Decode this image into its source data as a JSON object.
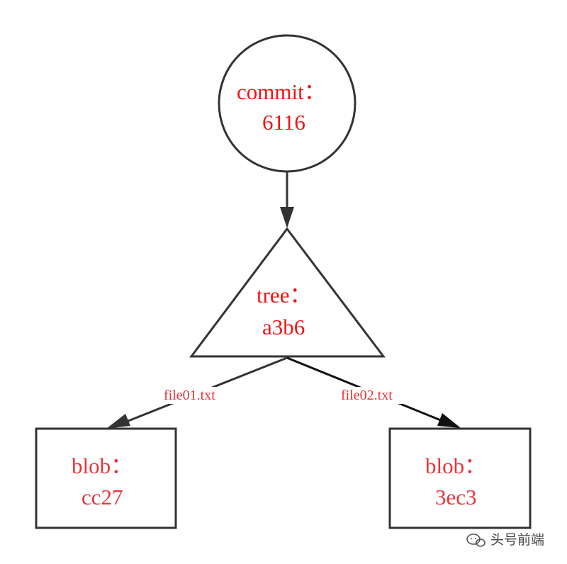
{
  "diagram": {
    "nodes": {
      "commit": {
        "line1": "commit：",
        "line2": "6116"
      },
      "tree": {
        "line1": "tree：",
        "line2": "a3b6"
      },
      "blob_left": {
        "line1": "blob：",
        "line2": "cc27"
      },
      "blob_right": {
        "line1": "blob：",
        "line2": "3ec3"
      }
    },
    "edges": {
      "to_blob_left": {
        "label": "file01.txt"
      },
      "to_blob_right": {
        "label": "file02.txt"
      }
    }
  },
  "watermark": {
    "text": "头号前端",
    "icon": "wechat-channel-icon"
  },
  "colors": {
    "stroke": "#333333",
    "label": "#f01414",
    "edge_label": "#e8333a"
  }
}
